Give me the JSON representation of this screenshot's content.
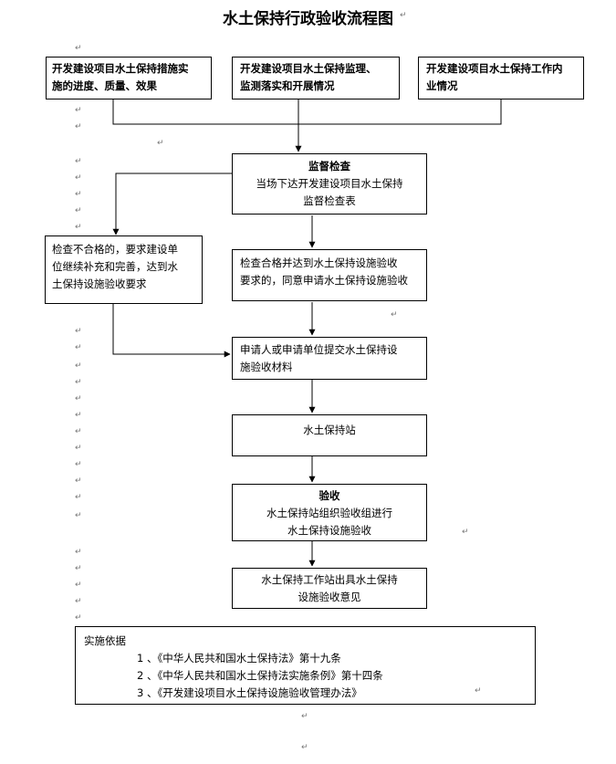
{
  "title": "水土保持行政验收流程图",
  "para_mark": "↵",
  "boxes": {
    "progress": {
      "lines": [
        "开发建设项目水土保持措施实",
        "施的进度、质量、效果"
      ]
    },
    "monitoring": {
      "lines": [
        "开发建设项目水土保持监理、",
        "监测落实和开展情况"
      ]
    },
    "work_status": {
      "lines": [
        "开发建设项目水土保持工作内",
        "业情况"
      ]
    },
    "inspection": {
      "heading": "监督检查",
      "lines": [
        "当场下达开发建设项目水土保持",
        "监督检查表"
      ]
    },
    "unqualified": {
      "lines": [
        "检查不合格的，要求建设单",
        "位继续补充和完善，达到水",
        "土保持设施验收要求"
      ]
    },
    "qualified": {
      "lines": [
        "检查合格并达到水土保持设施验收",
        "要求的，同意申请水土保持设施验收"
      ]
    },
    "submit": {
      "lines": [
        "申请人或申请单位提交水土保持设",
        "施验收材料"
      ]
    },
    "station": {
      "lines": [
        "水土保持站"
      ]
    },
    "acceptance": {
      "heading": "验收",
      "lines": [
        "水土保持站组织验收组进行",
        "水土保持设施验收"
      ]
    },
    "opinion": {
      "lines": [
        "水土保持工作站出具水土保持",
        "设施验收意见"
      ]
    }
  },
  "basis": {
    "title": "实施依据",
    "items": [
      "1 、《中华人民共和国水土保持法》第十九条",
      "2 、《中华人民共和国水土保持法实施条例》第十四条",
      "3 、《开发建设项目水土保持设施验收管理办法》"
    ]
  }
}
